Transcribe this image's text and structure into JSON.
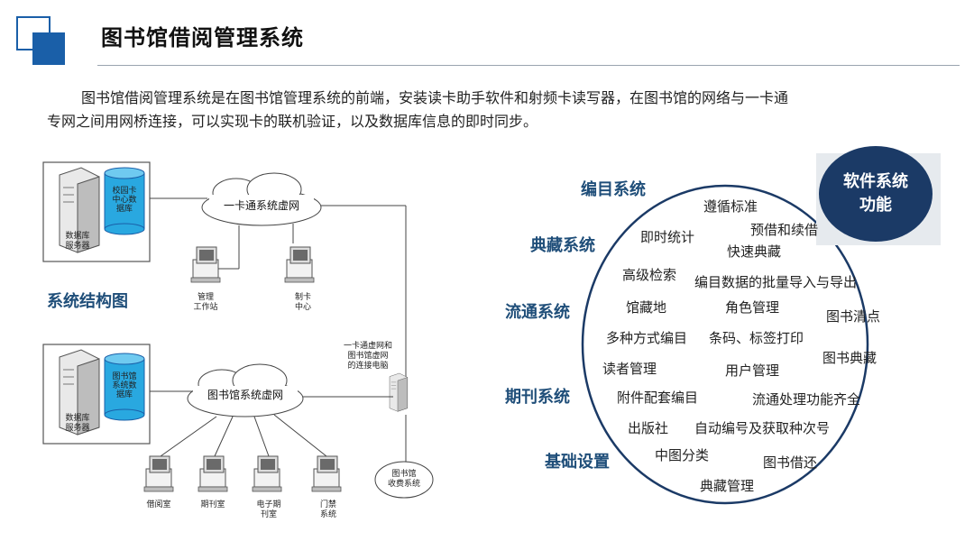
{
  "page_title": "图书馆借阅管理系统",
  "intro_text": "图书馆借阅管理系统是在图书馆管理系统的前端，安装读卡助手软件和射频卡读写器，在图书馆的网络与一卡通专网之间用网桥连接，可以实现卡的联机验证，以及数据库信息的即时同步。",
  "system_diagram": {
    "label": "系统结构图",
    "top": {
      "server_label": "数据库\n服务器",
      "db_label": "校园卡\n中心数\n据库",
      "cloud_label": "一卡通系统虚网",
      "clients": [
        "管理\n工作站",
        "制卡\n中心"
      ]
    },
    "bridge_label": "一卡通虚网和\n图书馆虚网\n的连接电脑",
    "bottom": {
      "server_label": "数据库\n服务器",
      "db_label": "图书馆\n系统数\n据库",
      "cloud_label": "图书馆系统虚网",
      "clients": [
        "借阅室",
        "期刊室",
        "电子期\n刊室",
        "门禁\n系统"
      ],
      "fee_label": "图书馆\n收费系统"
    }
  },
  "function_diagram": {
    "badge": "软件系统功能",
    "modules": [
      "编目系统",
      "典藏系统",
      "流通系统",
      "期刊系统",
      "基础设置"
    ],
    "features": [
      "遵循标准",
      "即时统计",
      "预借和续借",
      "快速典藏",
      "高级检索",
      "编目数据的批量导入与导出",
      "馆藏地",
      "角色管理",
      "图书清点",
      "多种方式编目",
      "条码、标签打印",
      "图书典藏",
      "读者管理",
      "用户管理",
      "附件配套编目",
      "流通处理功能齐全",
      "出版社",
      "自动编号及获取种次号",
      "中图分类",
      "图书借还",
      "典藏管理"
    ]
  }
}
